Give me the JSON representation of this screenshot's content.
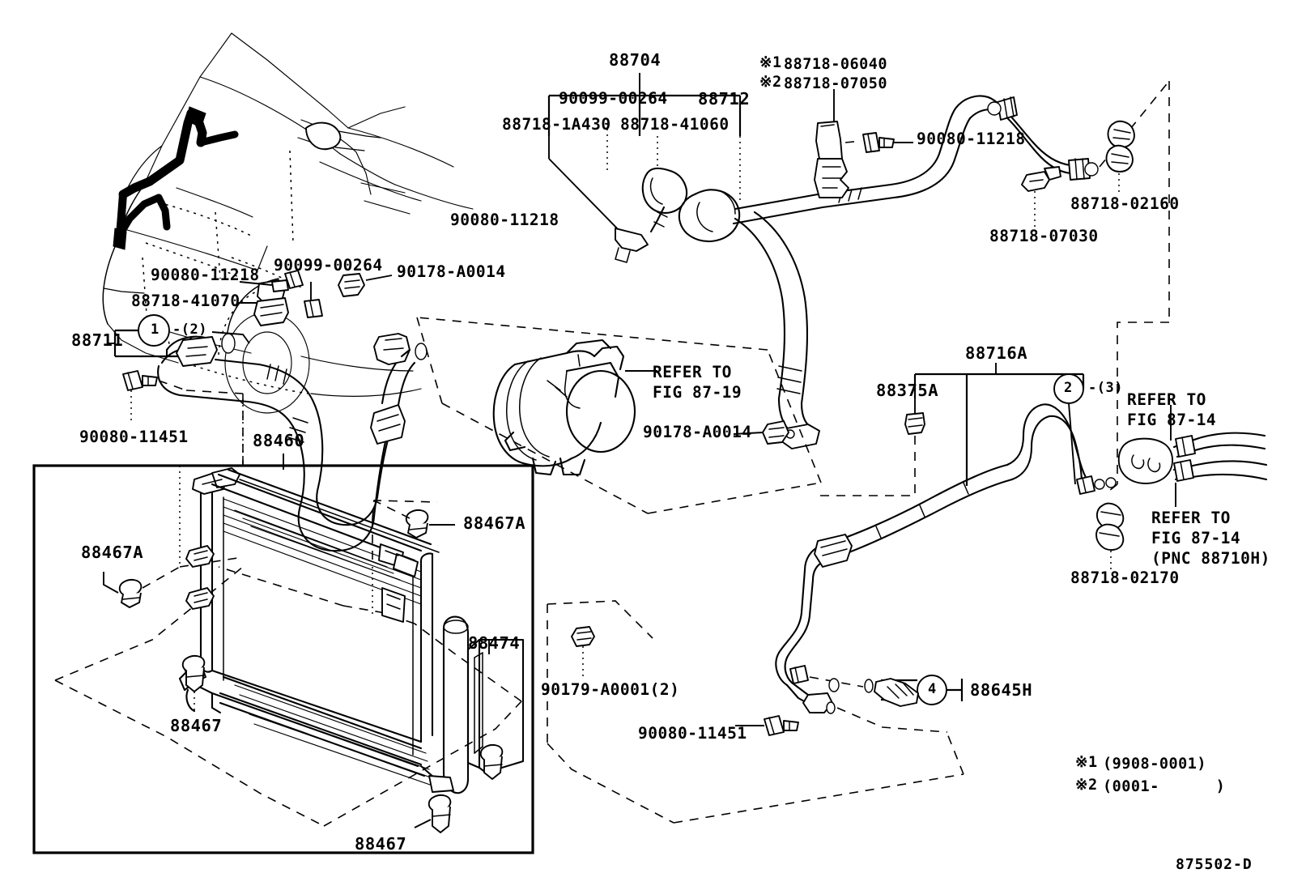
{
  "diagram": {
    "drawing_number": "875502-D",
    "vehicle_thumbnail": "front-three-quarter car outline with highlighted a/c piping",
    "title_semantic": "air conditioning cooler piping exploded parts diagram"
  },
  "footnotes": [
    {
      "mark": "※1",
      "text": "(9908-0001)"
    },
    {
      "mark": "※2",
      "text": "(0001-      )"
    }
  ],
  "note_marks": [
    {
      "mark": "※1",
      "part": "88718-06040"
    },
    {
      "mark": "※2",
      "part": "88718-07050"
    }
  ],
  "labels": {
    "hose_assembly_group": "88704",
    "clamp_90099_00264_top": "90099-00264",
    "discharge_hose": "88712",
    "clamp_88718_1A430": "88718-1A430",
    "clamp_88718_41060": "88718-41060",
    "bolt_90080_11218_top": "90080-11218",
    "clamp_88718_02160": "88718-02160",
    "clamp_88718_07030": "88718-07030",
    "bolt_90080_11218_left": "90080-11218",
    "clamp_90099_00264_left": "90099-00264",
    "nut_90178_A0014_left": "90178-A0014",
    "clamp_88718_41070": "88718-41070",
    "suction_hose": "88711",
    "suction_qty": "-(2)",
    "bolt_90080_11451_left": "90080-11451",
    "condenser": "88460",
    "compressor_refer": "REFER TO\nFIG 87-19",
    "nut_90178_A0014_mid": "90178-A0014",
    "liquid_pipe": "88716A",
    "clamp_88375A": "88375A",
    "pipe_qty": "-(3)",
    "refer_fig_8714_upper": "REFER TO\nFIG 87-14",
    "refer_fig_8714_lower": "REFER TO\nFIG 87-14\n(PNC 88710H)",
    "clamp_88718_02170": "88718-02170",
    "grommet_88467A_left": "88467A",
    "grommet_88467A_right": "88467A",
    "grommet_88467_left": "88467",
    "grommet_88467_bottom": "88467",
    "receiver_drier": "88474",
    "nut_90179_A0001": "90179-A0001(2)",
    "bolt_90080_11451_bottom": "90080-11451",
    "pressure_switch": "88645H"
  },
  "callouts": [
    {
      "number": "1",
      "part": "88711",
      "qty": "-(2)"
    },
    {
      "number": "2",
      "part": "88716A",
      "qty": "-(3)"
    },
    {
      "number": "4",
      "part": "88645H",
      "qty": ""
    }
  ],
  "bracket_groups": [
    {
      "header": "88704",
      "members": [
        "90099-00264",
        "88712"
      ]
    },
    {
      "header": "88716A",
      "members": [
        "88375A"
      ]
    }
  ],
  "colors": {
    "ink": "#000000",
    "paper": "#ffffff"
  }
}
